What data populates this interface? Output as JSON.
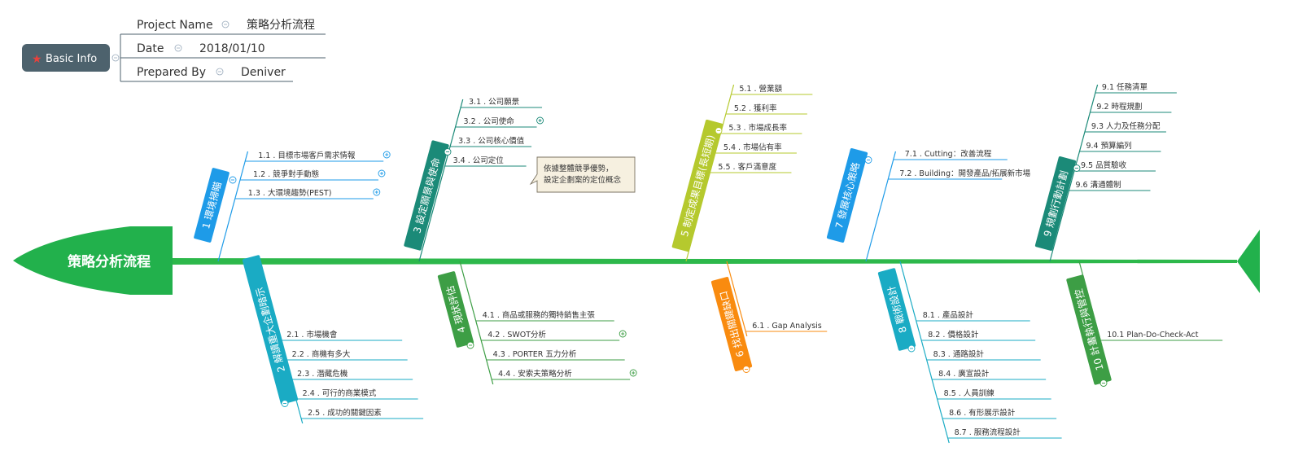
{
  "title": "策略分析流程",
  "colors": {
    "spine": "#2db84b",
    "head": "#22b14c",
    "info_node": "#4d626d",
    "star": "#e8413c",
    "callout_bg": "#f6f0e0",
    "callout_border": "#7a7260"
  },
  "basic_info": {
    "label": "Basic Info",
    "icon": "star-icon",
    "fields": [
      {
        "key": "Project Name",
        "value": "策略分析流程"
      },
      {
        "key": "Date",
        "value": "2018/01/10"
      },
      {
        "key": "Prepared By",
        "value": "Deniver"
      }
    ]
  },
  "branches": [
    {
      "label": "1 環境掃瞄",
      "color": "#1e9be8",
      "side": "top",
      "items": [
        {
          "text": "1.1 . 目標市場客戶需求情報",
          "expand": true
        },
        {
          "text": "1.2 . 競爭對手動態",
          "expand": true
        },
        {
          "text": "1.3 . 大環境趨勢(PEST)",
          "expand": true
        }
      ]
    },
    {
      "label": "2 解讀重大企劃暗示",
      "color": "#1aabc4",
      "side": "bottom",
      "items": [
        {
          "text": "2.1 . 市場機會"
        },
        {
          "text": "2.2 . 商機有多大"
        },
        {
          "text": "2.3 . 潛藏危機"
        },
        {
          "text": "2.4 . 可行的商業模式"
        },
        {
          "text": "2.5 . 成功的關鍵因素"
        }
      ]
    },
    {
      "label": "3 設定願景與使命",
      "color": "#1b8a78",
      "side": "top",
      "items": [
        {
          "text": "3.1 . 公司願景"
        },
        {
          "text": "3.2 . 公司使命",
          "expand": true
        },
        {
          "text": "3.3 . 公司核心價值"
        },
        {
          "text": "3.4 . 公司定位"
        }
      ],
      "callout": [
        "依據整體競爭優勢，",
        "設定企劃案的定位概念"
      ]
    },
    {
      "label": "4 現狀評估",
      "color": "#3d9e45",
      "side": "bottom",
      "items": [
        {
          "text": "4.1 . 商品或服務的獨特銷售主張"
        },
        {
          "text": "4.2 . SWOT分析",
          "expand": true
        },
        {
          "text": "4.3 . PORTER 五力分析"
        },
        {
          "text": "4.4 . 安索夫策略分析",
          "expand": true
        }
      ]
    },
    {
      "label": "5 制定成果目標(長短期)",
      "color": "#b5c92e",
      "side": "top",
      "items": [
        {
          "text": "5.1 . 營業額"
        },
        {
          "text": "5.2 . 獲利率"
        },
        {
          "text": "5.3 . 市場成長率"
        },
        {
          "text": "5.4 . 市場佔有率"
        },
        {
          "text": "5.5 . 客戶滿意度"
        }
      ]
    },
    {
      "label": "6 找出關鍵缺口",
      "color": "#f98b0f",
      "side": "bottom",
      "items": [
        {
          "text": "6.1 . Gap Analysis"
        }
      ]
    },
    {
      "label": "7 發展核心策略",
      "color": "#1e9be8",
      "side": "top",
      "items": [
        {
          "text": "7.1 . Cutting：改善流程"
        },
        {
          "text": "7.2 . Building：開發產品/拓展新市場"
        }
      ]
    },
    {
      "label": "8 戰術設計",
      "color": "#1aabc4",
      "side": "bottom",
      "items": [
        {
          "text": "8.1 . 產品設計"
        },
        {
          "text": "8.2 . 價格設計"
        },
        {
          "text": "8.3 . 通路設計"
        },
        {
          "text": "8.4 . 廣宣設計"
        },
        {
          "text": "8.5 . 人員訓練"
        },
        {
          "text": "8.6 . 有形展示設計"
        },
        {
          "text": "8.7 . 服務流程設計"
        }
      ]
    },
    {
      "label": "9 規劃行動計劃",
      "color": "#1b8a78",
      "side": "top",
      "items": [
        {
          "text": "9.1 任務清單"
        },
        {
          "text": "9.2 時程規劃"
        },
        {
          "text": "9.3 人力及任務分配"
        },
        {
          "text": "9.4 預算編列"
        },
        {
          "text": "9.5 品質驗收"
        },
        {
          "text": "9.6 溝通體制"
        }
      ]
    },
    {
      "label": "10 計畫執行與管控",
      "color": "#3d9e45",
      "side": "bottom",
      "items": [
        {
          "text": "10.1 Plan-Do-Check-Act"
        }
      ]
    }
  ]
}
